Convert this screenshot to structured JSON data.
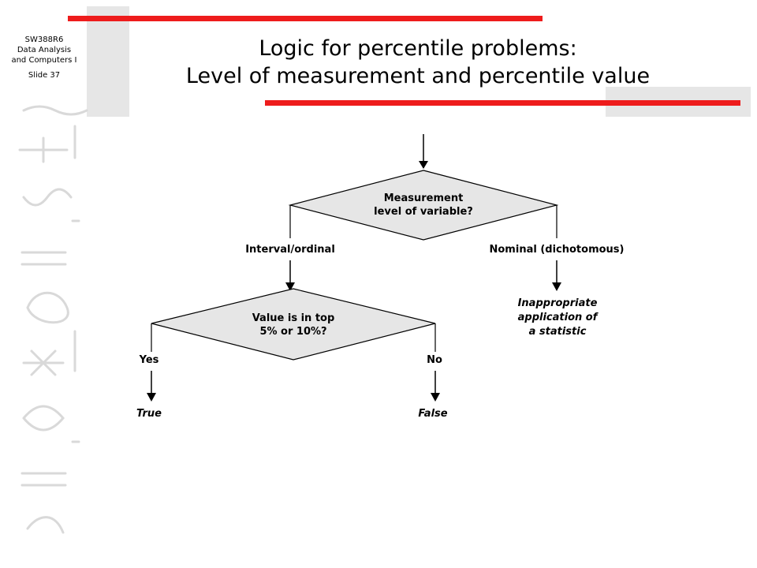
{
  "course": {
    "code": "SW388R6",
    "line1": "Data Analysis",
    "line2": "and Computers I",
    "slide": "Slide  37"
  },
  "title": {
    "line1": "Logic for percentile problems:",
    "line2": "Level of measurement and percentile value"
  },
  "diagram": {
    "decision1": {
      "line1": "Measurement",
      "line2": "level of variable?"
    },
    "branch_left": "Interval/ordinal",
    "branch_right": "Nominal (dichotomous)",
    "decision2": {
      "line1": "Value is in top",
      "line2": "5% or 10%?"
    },
    "yes_label": "Yes",
    "no_label": "No",
    "outcome_true": "True",
    "outcome_false": "False",
    "outcome_inappropriate": {
      "line1": "Inappropriate",
      "line2": "application of",
      "line3": "a statistic"
    }
  },
  "colors": {
    "accent_red": "#ee1c1c",
    "block_gray": "#e6e6e6",
    "diamond_fill": "#e6e6e6",
    "watermark_gray": "#d9d9d9"
  }
}
